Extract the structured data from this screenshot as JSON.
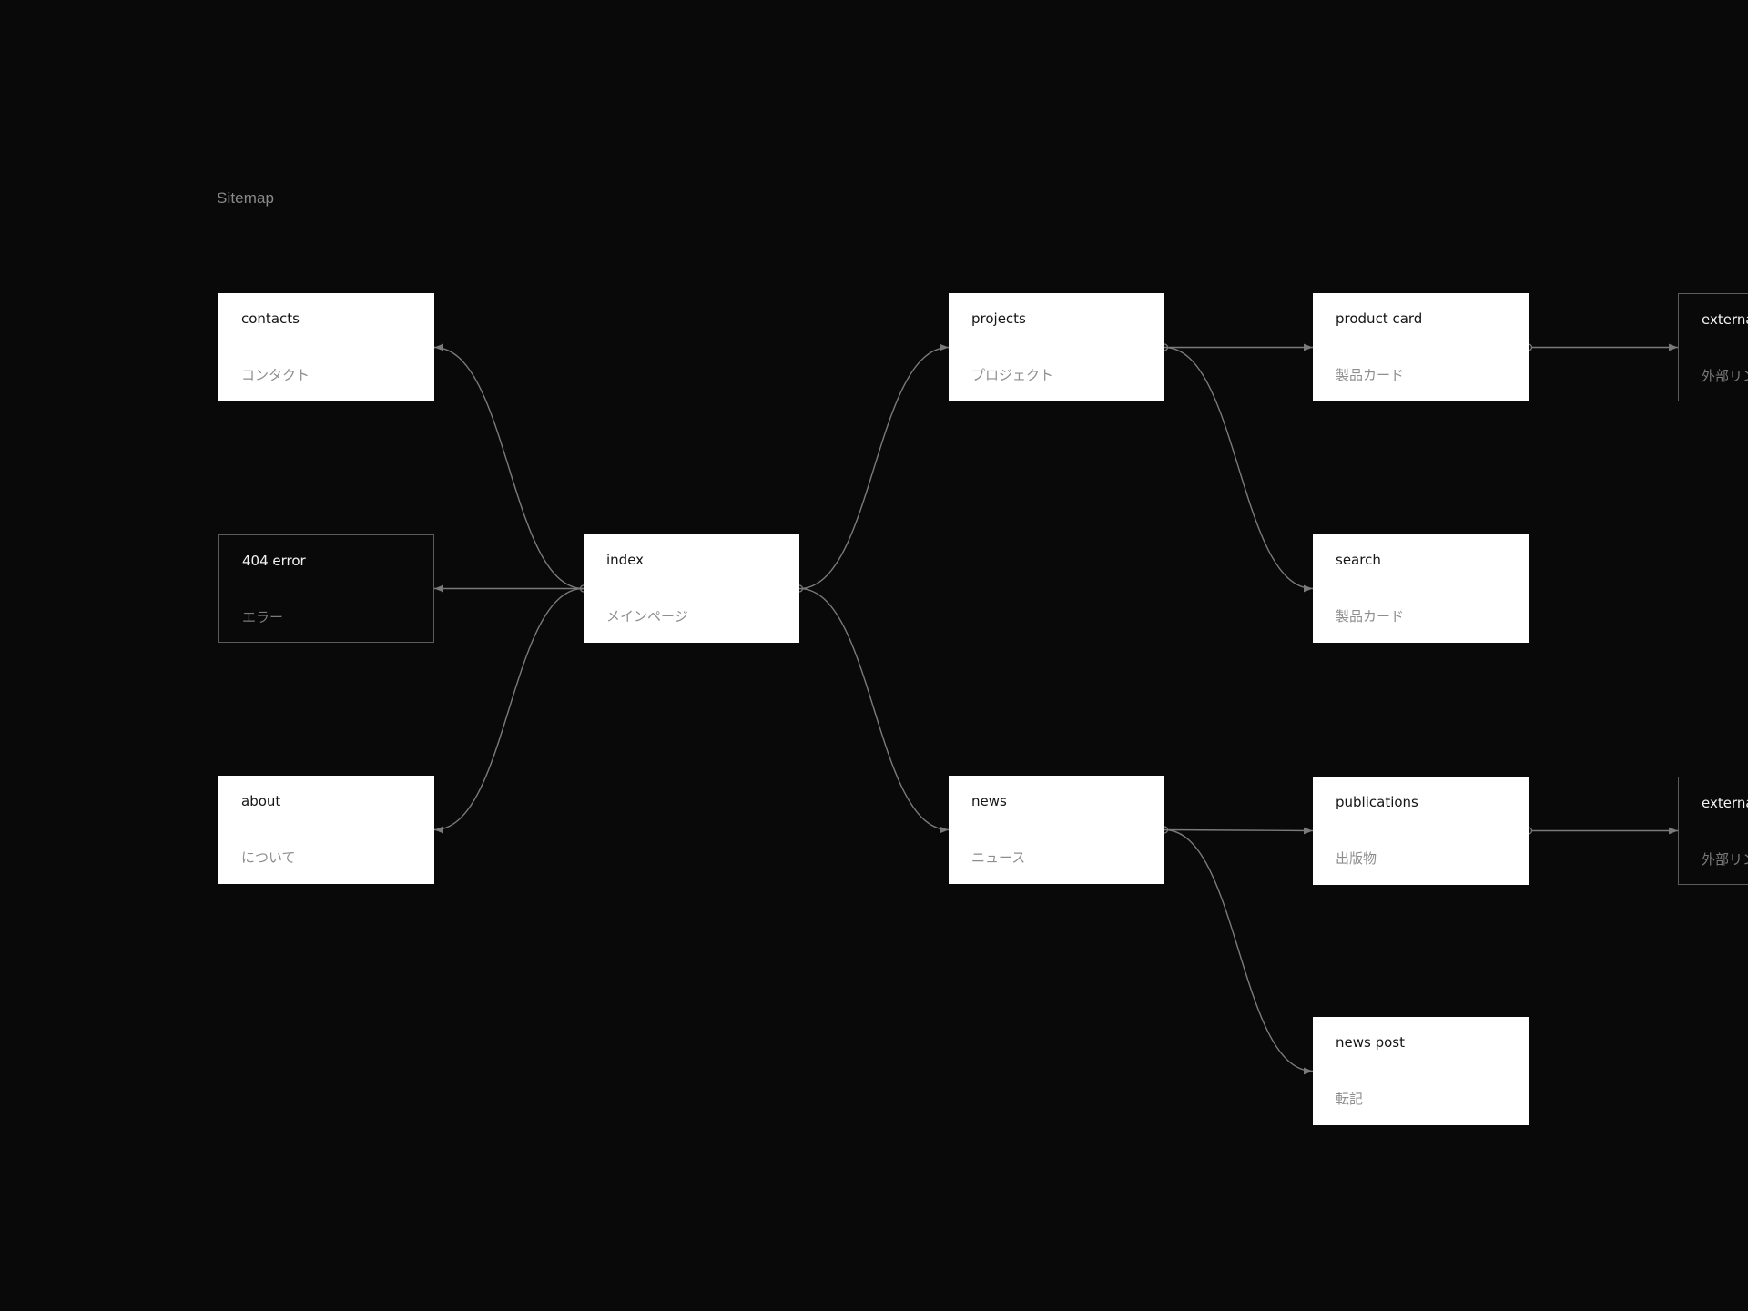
{
  "page": {
    "title": "Sitemap"
  },
  "colors": {
    "background": "#090909",
    "node_fill": "#ffffff",
    "node_outline": "#5c5c5c",
    "connector": "#7a7a7a",
    "title_text": "#8a8a8a",
    "subtitle_text": "#8e8e8e"
  },
  "nodes": [
    {
      "id": "contacts",
      "name": "contacts",
      "sub": "コンタクト",
      "style": "filled"
    },
    {
      "id": "error404",
      "name": "404 error",
      "sub": "エラー",
      "style": "outline"
    },
    {
      "id": "about",
      "name": "about",
      "sub": "について",
      "style": "filled"
    },
    {
      "id": "index",
      "name": "index",
      "sub": "メインページ",
      "style": "filled"
    },
    {
      "id": "projects",
      "name": "projects",
      "sub": "プロジェクト",
      "style": "filled"
    },
    {
      "id": "news",
      "name": "news",
      "sub": "ニュース",
      "style": "filled"
    },
    {
      "id": "productcard",
      "name": "product card",
      "sub": "製品カード",
      "style": "filled"
    },
    {
      "id": "search",
      "name": "search",
      "sub": "製品カード",
      "style": "filled"
    },
    {
      "id": "publications",
      "name": "publications",
      "sub": "出版物",
      "style": "filled"
    },
    {
      "id": "newspost",
      "name": "news post",
      "sub": "転記",
      "style": "filled"
    },
    {
      "id": "external1",
      "name": "external",
      "sub": "外部リンク",
      "style": "outline"
    },
    {
      "id": "external2",
      "name": "external",
      "sub": "外部リンク",
      "style": "outline"
    }
  ],
  "edges": [
    {
      "from": "index",
      "to": "contacts"
    },
    {
      "from": "index",
      "to": "error404"
    },
    {
      "from": "index",
      "to": "about"
    },
    {
      "from": "index",
      "to": "projects"
    },
    {
      "from": "index",
      "to": "news"
    },
    {
      "from": "projects",
      "to": "productcard"
    },
    {
      "from": "projects",
      "to": "search"
    },
    {
      "from": "news",
      "to": "publications"
    },
    {
      "from": "news",
      "to": "newspost"
    },
    {
      "from": "productcard",
      "to": "external1"
    },
    {
      "from": "publications",
      "to": "external2"
    }
  ]
}
